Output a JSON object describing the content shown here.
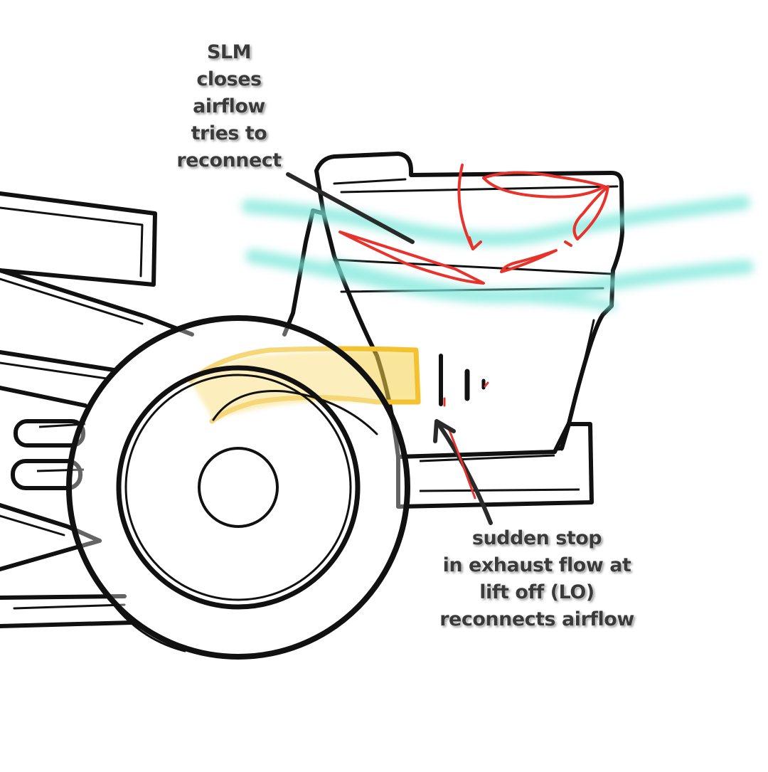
{
  "annotations": {
    "slm": {
      "lines": [
        "SLM",
        "closes",
        "airflow",
        "tries to",
        "reconnect"
      ]
    },
    "lift_off": {
      "lines": [
        "sudden stop",
        "in exhaust flow at",
        "lift off (LO)",
        "reconnects airflow"
      ]
    }
  },
  "colors": {
    "outline": "#111111",
    "airflow": "#7fe8dc",
    "exhaust": "#f2c230",
    "vortex": "#e8332c",
    "pointer": "#2a2a2a",
    "background": "#ffffff"
  }
}
